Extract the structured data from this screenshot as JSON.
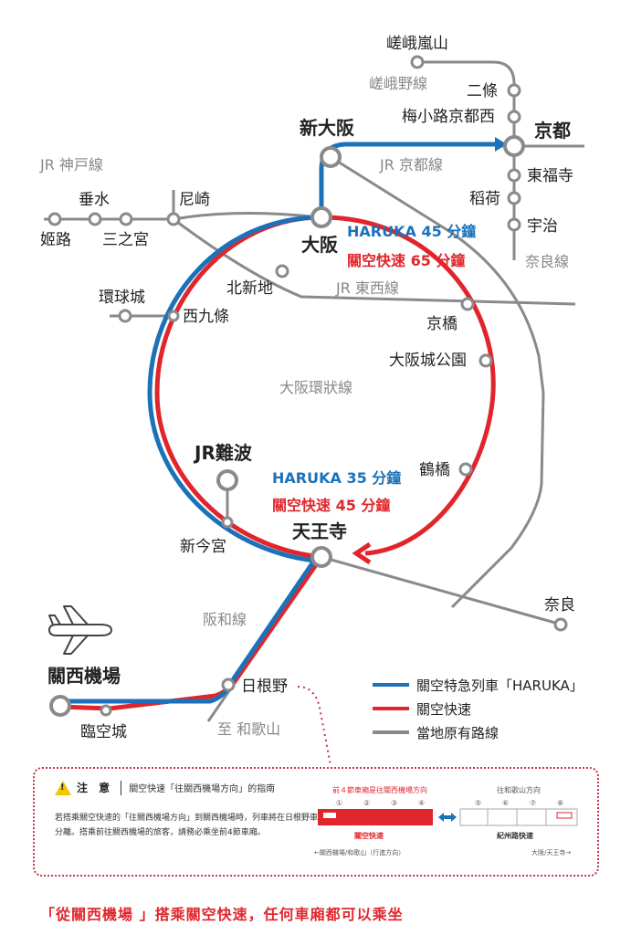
{
  "colors": {
    "haruka": "#1b72b8",
    "rapid": "#e0262c",
    "local": "#8a8a8a",
    "warning": "#c8354a"
  },
  "lines": {
    "sagano": "嵯峨野線",
    "kobe": "JR 神戸線",
    "kyoto": "JR 京都線",
    "nara": "奈良線",
    "tozai": "JR 東西線",
    "loop": "大阪環狀線",
    "hanwa": "阪和線",
    "to_wakayama": "至 和歌山"
  },
  "stations": {
    "saga_arashiyama": "嵯峨嵐山",
    "nijo": "二條",
    "umekoji": "梅小路京都西",
    "kyoto": "京都",
    "tofukuji": "東福寺",
    "inari": "稻荷",
    "uji": "宇治",
    "shin_osaka": "新大阪",
    "osaka": "大阪",
    "himeji": "姬路",
    "tarumi": "垂水",
    "sannomiya": "三之宮",
    "amagasaki": "尼崎",
    "kitashinchi": "北新地",
    "universal": "環球城",
    "nishikujo": "西九條",
    "kyobashi": "京橋",
    "osakajokoen": "大阪城公園",
    "tsuruhashi": "鶴橋",
    "jr_namba": "JR難波",
    "shin_imamiya": "新今宮",
    "tennoji": "天王寺",
    "nara": "奈良",
    "hineno": "日根野",
    "kansai_airport": "關西機場",
    "rinku": "臨空城"
  },
  "times": {
    "osaka_haruka": "HARUKA 45 分鐘",
    "osaka_rapid": "關空快速 65 分鐘",
    "tennoji_haruka": "HARUKA 35 分鐘",
    "tennoji_rapid": "關空快速 45 分鐘"
  },
  "legend": {
    "haruka": "關空特急列車「HARUKA」",
    "rapid": "關空快速",
    "local": "當地原有路線"
  },
  "icons": {
    "airport": "airplane-icon",
    "warning": "warning-icon"
  },
  "note": {
    "title": "注 意",
    "subtitle": "關空快速「往關西機場方向」的指南",
    "body": "若搭乘關空快速的「往關西機場方向」到關西機場時，列車將在日根野車站分離。搭乘前往關西機場的旅客，請務必乘坐前4節車廂。",
    "front_caption": "前４節車廂是往關西機場方向",
    "rear_caption": "往和歌山方向",
    "front_cars": [
      "①",
      "②",
      "③",
      "④"
    ],
    "rear_cars": [
      "⑤",
      "⑥",
      "⑦",
      "⑧"
    ],
    "front_label": "關空快速",
    "rear_label": "紀州路快速",
    "dir_left": "←關西機場/和歌山（行進方向）",
    "dir_right": "大阪/天王寺→"
  },
  "footer": "「從關西機場 」搭乘關空快速，任何車廂都可以乘坐"
}
